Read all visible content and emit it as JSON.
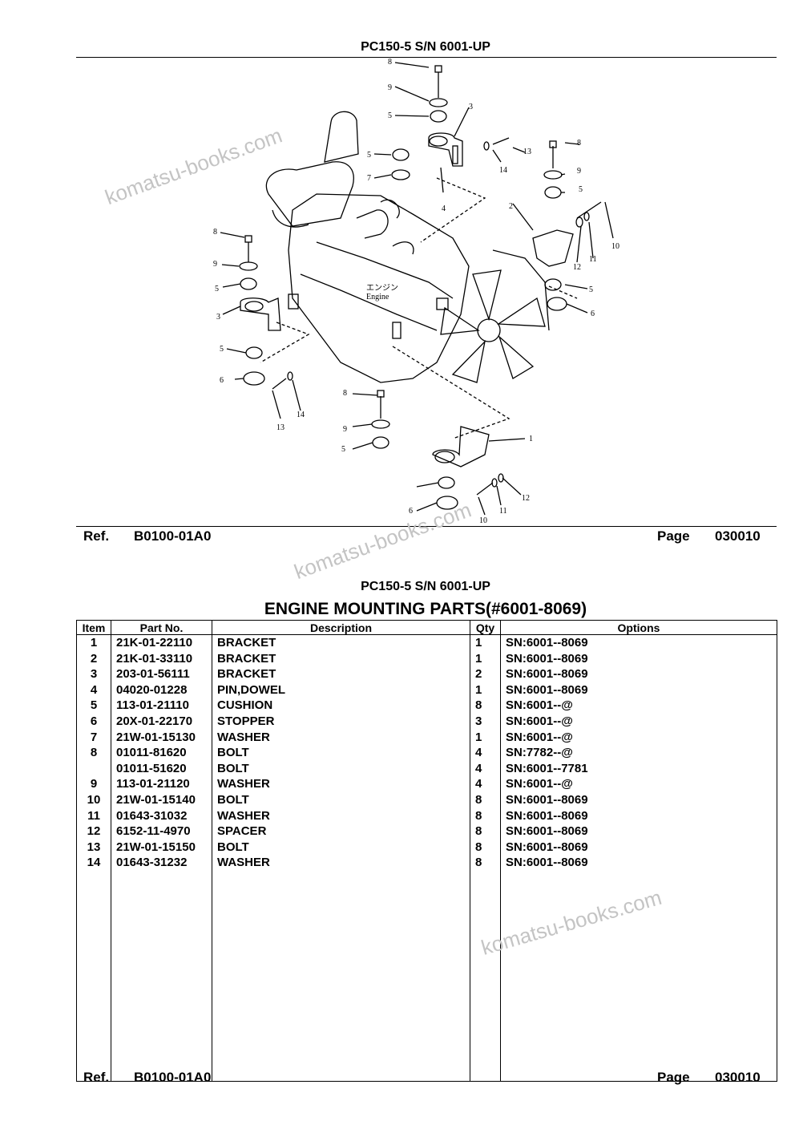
{
  "page1": {
    "model_header": "PC150-5 S/N 6001-UP",
    "footer": {
      "ref_label": "Ref.",
      "ref_code": "B0100-01A0",
      "page_label": "Page",
      "page_no": "030010"
    },
    "diagram": {
      "engine_label_jp": "エンジン",
      "engine_label": "Engine",
      "callouts": [
        "1",
        "2",
        "3",
        "3",
        "4",
        "5",
        "5",
        "5",
        "5",
        "5",
        "5",
        "5",
        "6",
        "6",
        "6",
        "7",
        "8",
        "8",
        "8",
        "8",
        "9",
        "9",
        "9",
        "9",
        "10",
        "10",
        "11",
        "11",
        "12",
        "12",
        "13",
        "13",
        "14",
        "14"
      ]
    }
  },
  "page2": {
    "model_header": "PC150-5 S/N 6001-UP",
    "section_title": "ENGINE MOUNTING PARTS(#6001-8069)",
    "table": {
      "headers": [
        "Item",
        "Part No.",
        "Description",
        "Qty",
        "Options"
      ],
      "rows": [
        {
          "item": "1",
          "part": "21K-01-22110",
          "desc": "BRACKET",
          "qty": "1",
          "opt": "SN:6001--8069"
        },
        {
          "item": "2",
          "part": "21K-01-33110",
          "desc": "BRACKET",
          "qty": "1",
          "opt": "SN:6001--8069"
        },
        {
          "item": "3",
          "part": "203-01-56111",
          "desc": "BRACKET",
          "qty": "2",
          "opt": "SN:6001--8069"
        },
        {
          "item": "4",
          "part": "04020-01228",
          "desc": "PIN,DOWEL",
          "qty": "1",
          "opt": "SN:6001--8069"
        },
        {
          "item": "5",
          "part": "113-01-21110",
          "desc": "CUSHION",
          "qty": "8",
          "opt": "SN:6001--@"
        },
        {
          "item": "6",
          "part": "20X-01-22170",
          "desc": "STOPPER",
          "qty": "3",
          "opt": "SN:6001--@"
        },
        {
          "item": "7",
          "part": "21W-01-15130",
          "desc": "WASHER",
          "qty": "1",
          "opt": "SN:6001--@"
        },
        {
          "item": "8",
          "part": "01011-81620",
          "desc": "BOLT",
          "qty": "4",
          "opt": "SN:7782--@"
        },
        {
          "item": "",
          "part": "01011-51620",
          "desc": "BOLT",
          "qty": "4",
          "opt": "SN:6001--7781"
        },
        {
          "item": "9",
          "part": "113-01-21120",
          "desc": "WASHER",
          "qty": "4",
          "opt": "SN:6001--@"
        },
        {
          "item": "10",
          "part": "21W-01-15140",
          "desc": "BOLT",
          "qty": "8",
          "opt": "SN:6001--8069"
        },
        {
          "item": "11",
          "part": "01643-31032",
          "desc": "WASHER",
          "qty": "8",
          "opt": "SN:6001--8069"
        },
        {
          "item": "12",
          "part": "6152-11-4970",
          "desc": "SPACER",
          "qty": "8",
          "opt": "SN:6001--8069"
        },
        {
          "item": "13",
          "part": "21W-01-15150",
          "desc": "BOLT",
          "qty": "8",
          "opt": "SN:6001--8069"
        },
        {
          "item": "14",
          "part": "01643-31232",
          "desc": "WASHER",
          "qty": "8",
          "opt": "SN:6001--8069"
        }
      ]
    },
    "footer": {
      "ref_label": "Ref.",
      "ref_code": "B0100-01A0",
      "page_label": "Page",
      "page_no": "030010"
    }
  },
  "watermarks": [
    "komatsu-books.com",
    "komatsu-books.com",
    "komatsu-books.com"
  ]
}
